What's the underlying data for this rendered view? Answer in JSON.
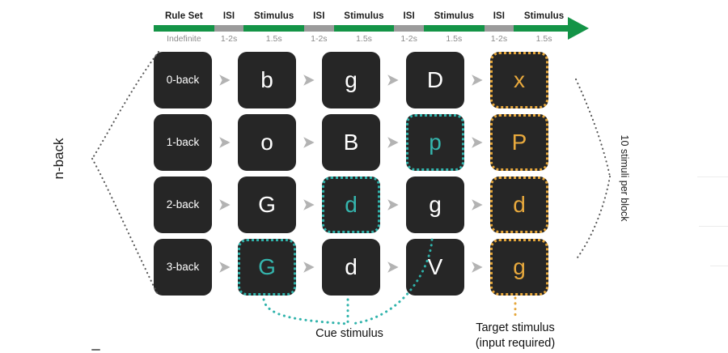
{
  "figure": {
    "title_label": "n-back task schematic",
    "accents": {
      "timeline_green": "#149447",
      "timeline_gray": "#9b9b9b",
      "card_dark": "#262626",
      "cue_teal": "#2fb3ab",
      "target_orange": "#e5a63a",
      "separator_gray": "#b3b3b3"
    }
  },
  "timeline": {
    "segments": [
      {
        "label": "Rule Set",
        "duration": "Indefinite",
        "kind": "green"
      },
      {
        "label": "ISI",
        "duration": "1-2s",
        "kind": "gray"
      },
      {
        "label": "Stimulus",
        "duration": "1.5s",
        "kind": "green"
      },
      {
        "label": "ISI",
        "duration": "1-2s",
        "kind": "gray"
      },
      {
        "label": "Stimulus",
        "duration": "1.5s",
        "kind": "green"
      },
      {
        "label": "ISI",
        "duration": "1-2s",
        "kind": "gray"
      },
      {
        "label": "Stimulus",
        "duration": "1.5s",
        "kind": "green"
      },
      {
        "label": "ISI",
        "duration": "1-2s",
        "kind": "gray"
      },
      {
        "label": "Stimulus",
        "duration": "1.5s",
        "kind": "green"
      }
    ],
    "arrow_icon": "arrow-right-icon"
  },
  "grid": {
    "rows": [
      {
        "rule_label": "0-back",
        "cells": [
          {
            "glyph": "b",
            "state": "normal"
          },
          {
            "glyph": "g",
            "state": "normal"
          },
          {
            "glyph": "D",
            "state": "normal"
          },
          {
            "glyph": "x",
            "state": "target"
          }
        ]
      },
      {
        "rule_label": "1-back",
        "cells": [
          {
            "glyph": "o",
            "state": "normal"
          },
          {
            "glyph": "B",
            "state": "normal"
          },
          {
            "glyph": "p",
            "state": "cue"
          },
          {
            "glyph": "P",
            "state": "target"
          }
        ]
      },
      {
        "rule_label": "2-back",
        "cells": [
          {
            "glyph": "G",
            "state": "normal"
          },
          {
            "glyph": "d",
            "state": "cue"
          },
          {
            "glyph": "g",
            "state": "normal"
          },
          {
            "glyph": "d",
            "state": "target"
          }
        ]
      },
      {
        "rule_label": "3-back",
        "cells": [
          {
            "glyph": "G",
            "state": "cue"
          },
          {
            "glyph": "d",
            "state": "normal"
          },
          {
            "glyph": "V",
            "state": "normal"
          },
          {
            "glyph": "g",
            "state": "target"
          }
        ]
      }
    ],
    "separator_icon": "play-triangle-icon"
  },
  "side_labels": {
    "left": "n-back",
    "right": "10 stimuli per block"
  },
  "captions": {
    "cue": "Cue stimulus",
    "target_line1": "Target stimulus",
    "target_line2": "(input required)"
  }
}
